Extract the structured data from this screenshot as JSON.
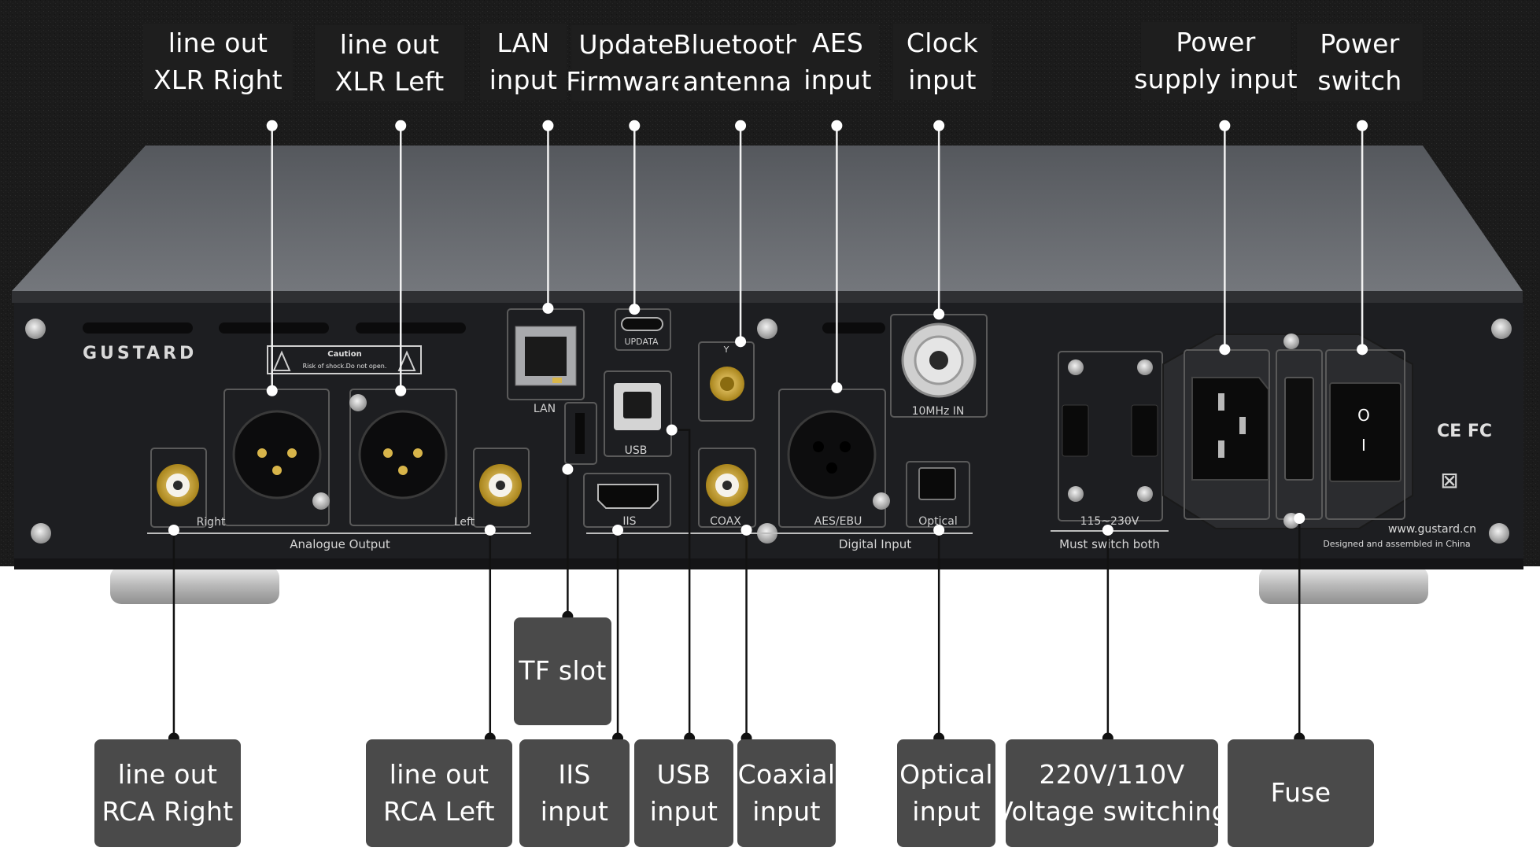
{
  "top_callouts": [
    {
      "id": "xlr-right",
      "lines": [
        "line out",
        "XLR Right"
      ]
    },
    {
      "id": "xlr-left",
      "lines": [
        "line out",
        "XLR Left"
      ]
    },
    {
      "id": "lan",
      "lines": [
        "LAN",
        "input"
      ]
    },
    {
      "id": "update",
      "lines": [
        "Update",
        "Firmware"
      ]
    },
    {
      "id": "bluetooth",
      "lines": [
        "Bluetooth",
        "antenna"
      ]
    },
    {
      "id": "aes",
      "lines": [
        "AES",
        "input"
      ]
    },
    {
      "id": "clock",
      "lines": [
        "Clock",
        "input"
      ]
    },
    {
      "id": "power-input",
      "lines": [
        "Power",
        "supply input"
      ]
    },
    {
      "id": "power-switch",
      "lines": [
        "Power",
        "switch"
      ]
    }
  ],
  "bottom_callouts": [
    {
      "id": "tf",
      "lines": [
        "TF slot"
      ]
    },
    {
      "id": "rca-right",
      "lines": [
        "line out",
        "RCA Right"
      ]
    },
    {
      "id": "rca-left",
      "lines": [
        "line out",
        "RCA Left"
      ]
    },
    {
      "id": "iis",
      "lines": [
        "IIS",
        "input"
      ]
    },
    {
      "id": "usb",
      "lines": [
        "USB",
        "input"
      ]
    },
    {
      "id": "coax",
      "lines": [
        "Coaxial",
        "input"
      ]
    },
    {
      "id": "optical",
      "lines": [
        "Optical",
        "input"
      ]
    },
    {
      "id": "voltage",
      "lines": [
        "220V/110V",
        "Voltage switching"
      ]
    },
    {
      "id": "fuse",
      "lines": [
        "Fuse"
      ]
    }
  ],
  "device": {
    "brand": "GUSTARD",
    "caution_title": "Caution",
    "caution_text": "Risk of shock.Do not open.",
    "port_labels": {
      "lan": "LAN",
      "updata": "UPDATA",
      "usb": "USB",
      "iis": "IIS",
      "coax": "COAX",
      "aes": "AES/EBU",
      "optical": "Optical",
      "clock": "10MHz IN",
      "right": "Right",
      "left": "Left",
      "antenna": "Y"
    },
    "section_labels": {
      "analogue": "Analogue Output",
      "digital": "Digital Input",
      "voltage": "115~230V",
      "must_switch": "Must switch both"
    },
    "switch_marks": {
      "on": "O",
      "off": "I"
    },
    "website": "www.gustard.cn",
    "made_in": "Designed and assembled in China",
    "certifications": "CE FC"
  },
  "colors": {
    "background_top": "#1c1c1c",
    "background_bottom": "#ffffff",
    "chassis_top": "#6a6d72",
    "panel": "#1d1e21",
    "gold": "#c9a227",
    "callout_top": "#1e1e1e",
    "callout_bottom": "#4a4a4a",
    "leader_line": "#111111"
  }
}
